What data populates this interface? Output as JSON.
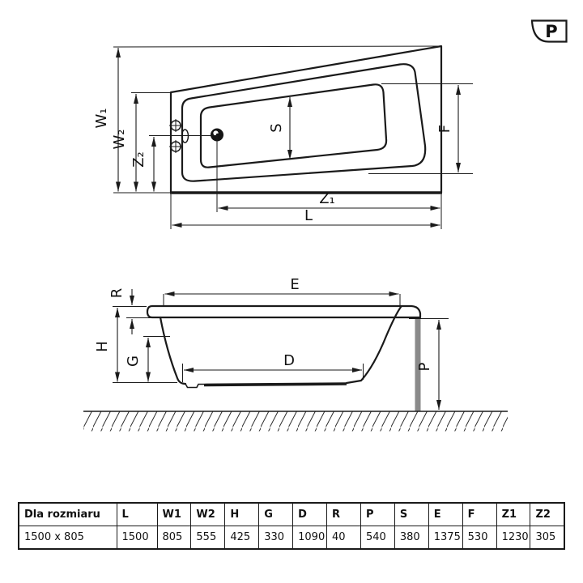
{
  "badge": {
    "label": "P"
  },
  "plan_view": {
    "dim_labels": {
      "W1": "W₁",
      "W2": "W₂",
      "Z2": "Z₂",
      "S": "S",
      "F": "F",
      "Z1": "Z₁",
      "L": "L"
    }
  },
  "side_view": {
    "dim_labels": {
      "R": "R",
      "E": "E",
      "H": "H",
      "G": "G",
      "D": "D",
      "P": "P"
    }
  },
  "table": {
    "headers": [
      "Dla rozmiaru",
      "L",
      "W1",
      "W2",
      "H",
      "G",
      "D",
      "R",
      "P",
      "S",
      "E",
      "F",
      "Z1",
      "Z2"
    ],
    "rows": [
      [
        "1500 x 805",
        "1500",
        "805",
        "555",
        "425",
        "330",
        "1090",
        "40",
        "540",
        "380",
        "1375",
        "530",
        "1230",
        "305"
      ]
    ]
  },
  "colors": {
    "line": "#1a1a1a",
    "leg_gray": "#8a8a8a",
    "background": "#ffffff"
  }
}
